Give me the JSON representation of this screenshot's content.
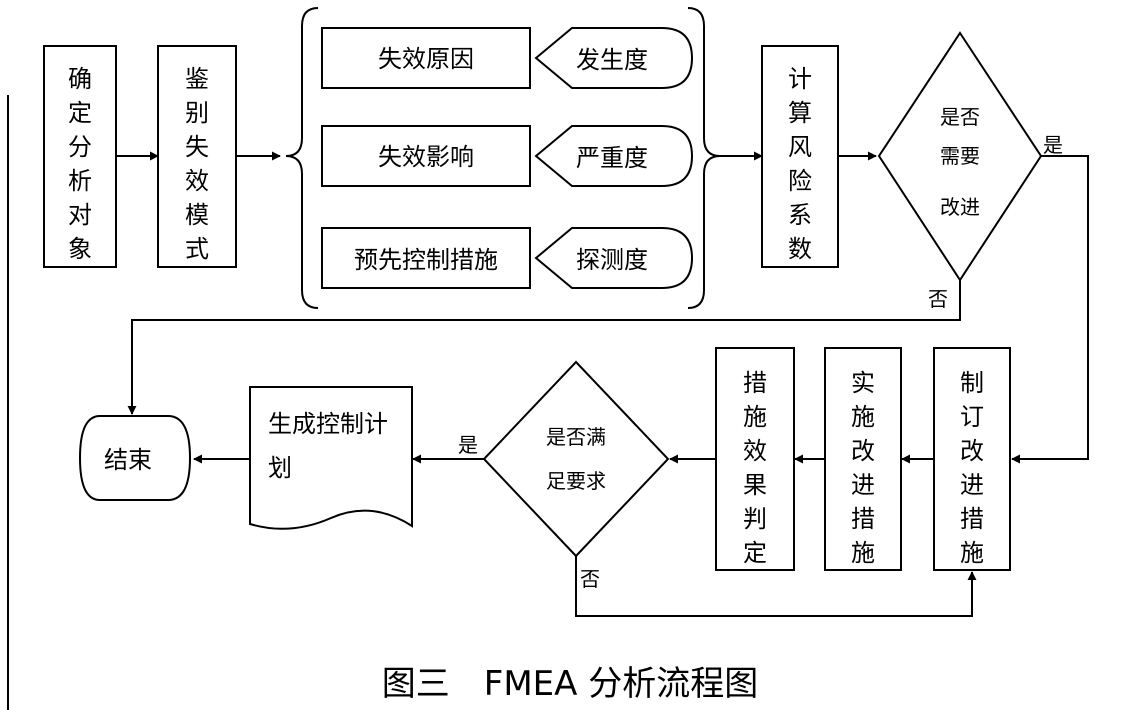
{
  "nodes": {
    "determine_object": "确定分析对象",
    "identify_failure_mode": "鉴别失效模式",
    "failure_cause": "失效原因",
    "occurrence": "发生度",
    "failure_effect": "失效影响",
    "severity": "严重度",
    "prior_control": "预先控制措施",
    "detection": "探测度",
    "calc_risk": "计算风险系数",
    "need_improve_1": "是否",
    "need_improve_2": "需要",
    "need_improve_3": "改进",
    "make_improve": "制订改进措施",
    "implement_improve": "实施改进措施",
    "judge_effect": "措施效果判定",
    "meets_req_1": "是否满",
    "meets_req_2": "足要求",
    "gen_plan_1": "生成控制计",
    "gen_plan_2": "划",
    "end": "结束"
  },
  "edge_labels": {
    "yes": "是",
    "no": "否"
  },
  "caption": "图三　FMEA 分析流程图"
}
